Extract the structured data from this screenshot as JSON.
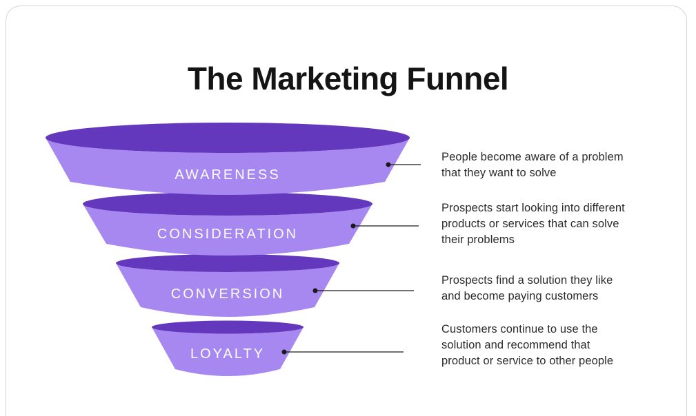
{
  "title": "The Marketing Funnel",
  "colors": {
    "funnel_light": "#a688f0",
    "funnel_dark": "#6438bd",
    "title_color": "#141414",
    "desc_color": "#2b2b2b",
    "connector": "#1a1a1a",
    "card_border": "#d3d3d3"
  },
  "stages": [
    {
      "label": "AWARENESS",
      "description": "People become aware of a problem\nthat they want to solve"
    },
    {
      "label": "CONSIDERATION",
      "description": "Prospects start looking into different\nproducts or services that can solve\ntheir problems"
    },
    {
      "label": "CONVERSION",
      "description": "Prospects find a solution they like\nand become paying customers"
    },
    {
      "label": "LOYALTY",
      "description": "Customers continue to use the\nsolution and recommend that\nproduct or service to other people"
    }
  ]
}
